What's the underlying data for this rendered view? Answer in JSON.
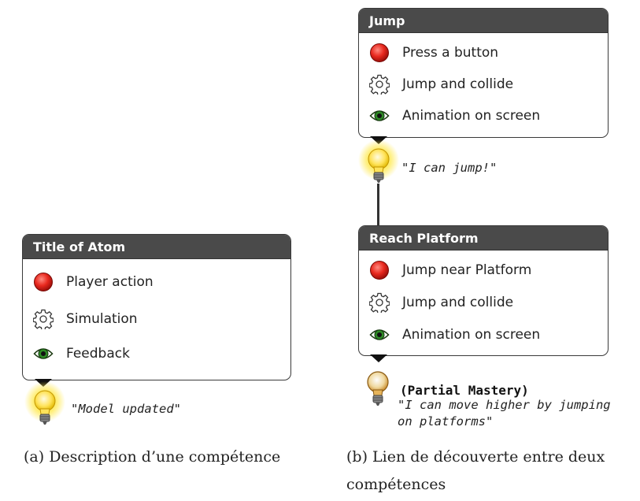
{
  "panel_a": {
    "atom": {
      "title": "Title of Atom",
      "rows": [
        {
          "icon": "red-button-icon",
          "label": "Player action"
        },
        {
          "icon": "gear-icon",
          "label": "Simulation"
        },
        {
          "icon": "eye-icon",
          "label": "Feedback"
        }
      ]
    },
    "insight": "\"Model updated\"",
    "caption": "(a) Description d’une compétence"
  },
  "panel_b": {
    "atom1": {
      "title": "Jump",
      "rows": [
        {
          "icon": "red-button-icon",
          "label": "Press a button"
        },
        {
          "icon": "gear-icon",
          "label": "Jump and collide"
        },
        {
          "icon": "eye-icon",
          "label": "Animation on screen"
        }
      ]
    },
    "insight1": "\"I can jump!\"",
    "atom2": {
      "title": "Reach Platform",
      "rows": [
        {
          "icon": "red-button-icon",
          "label": "Jump near Platform"
        },
        {
          "icon": "gear-icon",
          "label": "Jump and collide"
        },
        {
          "icon": "eye-icon",
          "label": "Animation on screen"
        }
      ]
    },
    "insight2_head": "(Partial Mastery)",
    "insight2_line1": "\"I can move higher by jumping",
    "insight2_line2": "on platforms\"",
    "caption_line1": "(b) Lien de découverte entre deux",
    "caption_line2": "compétences"
  }
}
